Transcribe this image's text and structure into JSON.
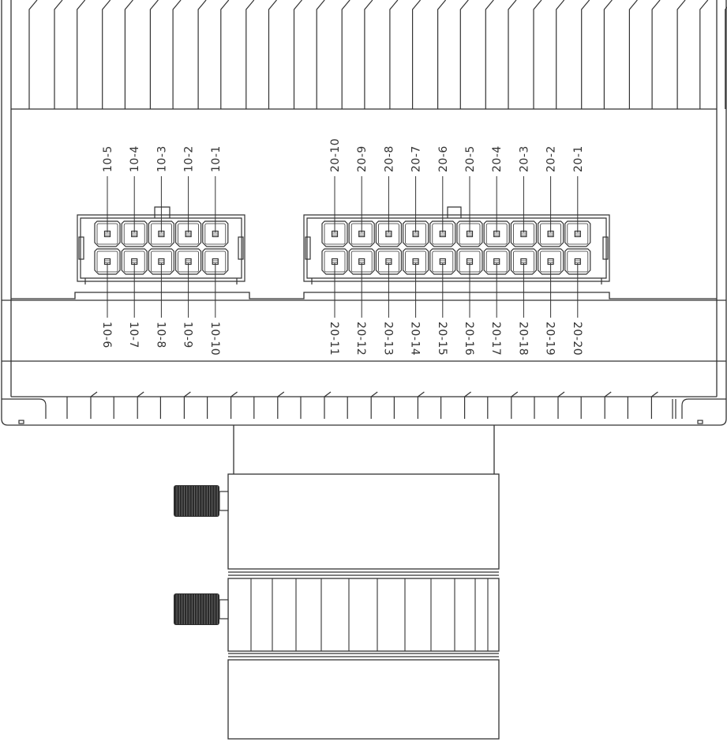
{
  "connector_10": {
    "top_row": [
      "10-5",
      "10-4",
      "10-3",
      "10-2",
      "10-1"
    ],
    "bottom_row": [
      "10-6",
      "10-7",
      "10-8",
      "10-9",
      "10-10"
    ]
  },
  "connector_20": {
    "top_row": [
      "20-10",
      "20-9",
      "20-8",
      "20-7",
      "20-6",
      "20-5",
      "20-4",
      "20-3",
      "20-2",
      "20-1"
    ],
    "bottom_row": [
      "20-11",
      "20-12",
      "20-13",
      "20-14",
      "20-15",
      "20-16",
      "20-17",
      "20-18",
      "20-19",
      "20-20"
    ]
  },
  "colors": {
    "line": "#333333",
    "knob": "#2b2b2b"
  }
}
